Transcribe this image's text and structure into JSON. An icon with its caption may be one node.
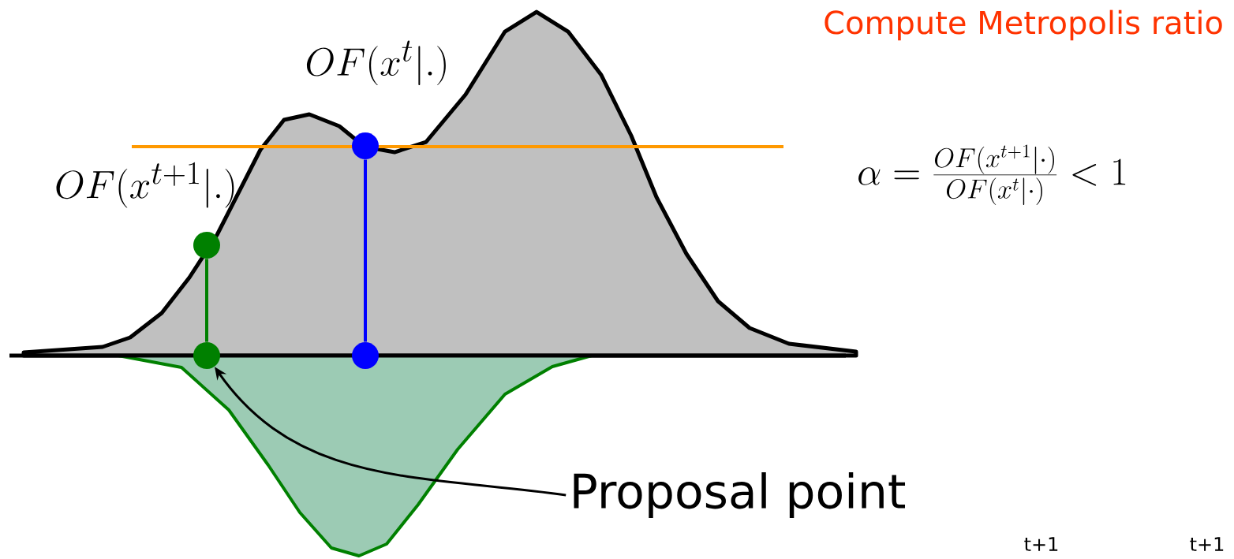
{
  "diagram": {
    "title": "Compute Metropolis ratio",
    "nodes": [
      {
        "text": [],
        "shape": "circle"
      },
      {
        "text": [],
        "shape": "circle"
      },
      {
        "text": [],
        "shape": "circle"
      },
      {
        "text": [],
        "shape": "circle"
      },
      {
        "text": [
          "Proposal point"
        ]
      }
    ],
    "edges": [
      {
        "from": 0,
        "to": 2,
        "arrow": "none",
        "color": "#008000"
      },
      {
        "from": 1,
        "to": 3,
        "arrow": "none",
        "color": "#0000ff"
      },
      {
        "from": 4,
        "to": 2,
        "arrow": "to",
        "color": "#000000"
      }
    ],
    "labels": [
      "OF(x^{t+1}|.)",
      "OF(x^{t}|.)",
      "\\alpha=\\frac{OF(x^{t+1}|\\cdot)}{OF(x^{t}|\\cdot)}<1",
      "t+1",
      "t+1"
    ]
  }
}
